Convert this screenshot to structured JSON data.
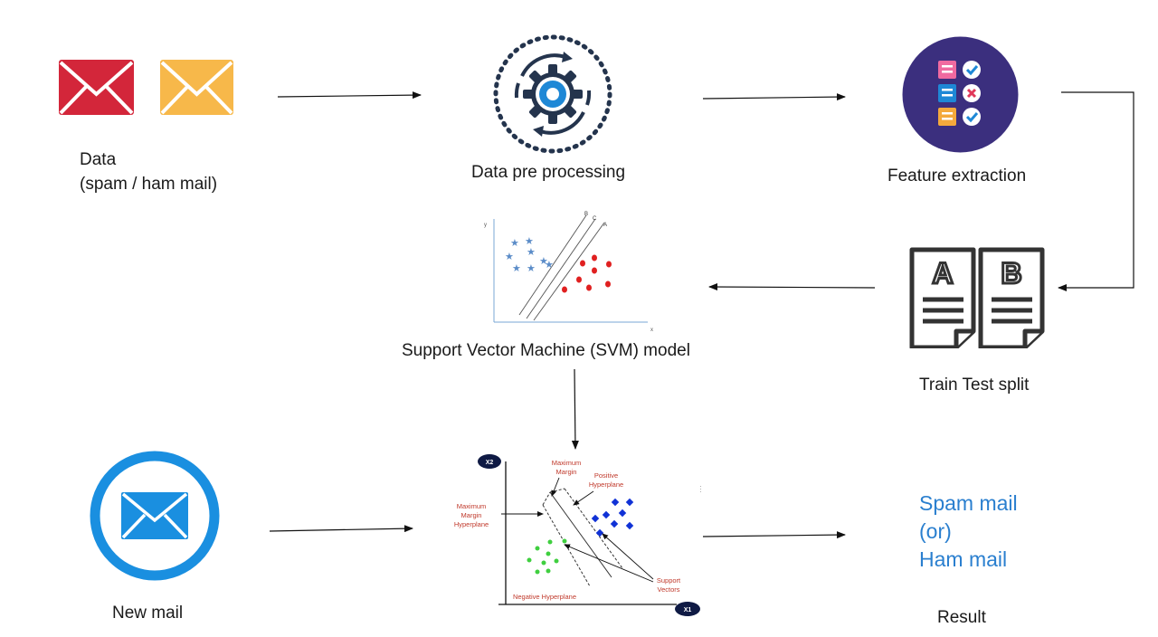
{
  "stages": {
    "data": {
      "line1": "Data",
      "line2": "(spam / ham mail)"
    },
    "preprocessing": {
      "label": "Data pre processing"
    },
    "features": {
      "label": "Feature extraction"
    },
    "split": {
      "label": "Train Test split",
      "doc_a": "A",
      "doc_b": "B"
    },
    "svm": {
      "label": "Support Vector Machine (SVM) model"
    },
    "new_mail": {
      "label": "New mail"
    },
    "result": {
      "line1": "Spam mail",
      "line2": "(or)",
      "line3": "Ham mail",
      "label": "Result"
    }
  },
  "svm_plot": {
    "y_axis": "y",
    "x_axis": "x",
    "lines": [
      "B",
      "C",
      "A"
    ]
  },
  "hyperplane_plot": {
    "x_badge": "X1",
    "y_badge": "X2",
    "max_margin": "Maximum Margin",
    "positive": "Positive Hyperplane",
    "max_margin_hyperplane": "Maximum Margin Hyperplane",
    "negative": "Negative Hyperplane",
    "support": "Support Vectors"
  },
  "colors": {
    "mail_red": "#d3263a",
    "mail_orange": "#f7b84a",
    "mail_blue": "#1a8fe0",
    "gear_blue": "#1e88d6",
    "dark_navy": "#24344d",
    "feature_circle": "#3b2f7e",
    "result_blue": "#2a7fcf",
    "plot_red": "#c0392b",
    "star_blue": "#5b8cc8",
    "point_red": "#e02020",
    "diamond_blue": "#1032d6",
    "point_green": "#3fcf3f"
  },
  "icons": [
    "red-envelope-icon",
    "orange-envelope-icon",
    "gear-cycle-icon",
    "checklist-icon",
    "document-ab-icon",
    "mail-circle-icon"
  ]
}
